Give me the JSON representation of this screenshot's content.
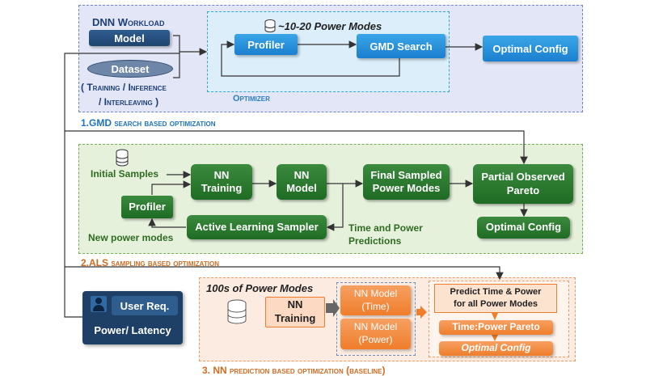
{
  "gmd": {
    "workload_label": "DNN Workload",
    "model": "Model",
    "dataset": "Dataset",
    "modes_line1": "( Training / Inference",
    "modes_line2": "/ Interleaving )",
    "power_modes": "~10-20 Power Modes",
    "profiler": "Profiler",
    "gmd_search": "GMD Search",
    "optimizer": "Optimizer",
    "optimal_config": "Optimal Config",
    "caption": "1.GMD search based optimization"
  },
  "als": {
    "initial_samples": "Initial Samples",
    "nn_training_1": "NN",
    "nn_training_2": "Training",
    "nn_model_1": "NN",
    "nn_model_2": "Model",
    "final_sampled_1": "Final Sampled",
    "final_sampled_2": "Power Modes",
    "partial_pareto_1": "Partial Observed",
    "partial_pareto_2": "Pareto",
    "profiler": "Profiler",
    "active_sampler": "Active Learning Sampler",
    "time_power_1": "Time and Power",
    "time_power_2": "Predictions",
    "new_power_modes": "New power modes",
    "optimal_config": "Optimal Config",
    "caption": "2.ALS sampling based optimization"
  },
  "nn": {
    "hundreds_modes": "100s of Power Modes",
    "nn_training_1": "NN",
    "nn_training_2": "Training",
    "nn_time_1": "NN Model",
    "nn_time_2": "(Time)",
    "nn_power_1": "NN Model",
    "nn_power_2": "(Power)",
    "predict_1": "Predict Time & Power",
    "predict_2": "for all Power Modes",
    "pareto": "Time:Power Pareto",
    "optimal_config": "Optimal Config",
    "caption": "3. NN prediction based optimization (baseline)"
  },
  "user": {
    "user_req": "User Req.",
    "power_latency": "Power/ Latency"
  },
  "colors": {
    "blue_panel": "#e3e6f6",
    "green_panel": "#e6f1dc",
    "orange_panel": "#fcebe0",
    "caption_blue": "#1e73be"
  }
}
